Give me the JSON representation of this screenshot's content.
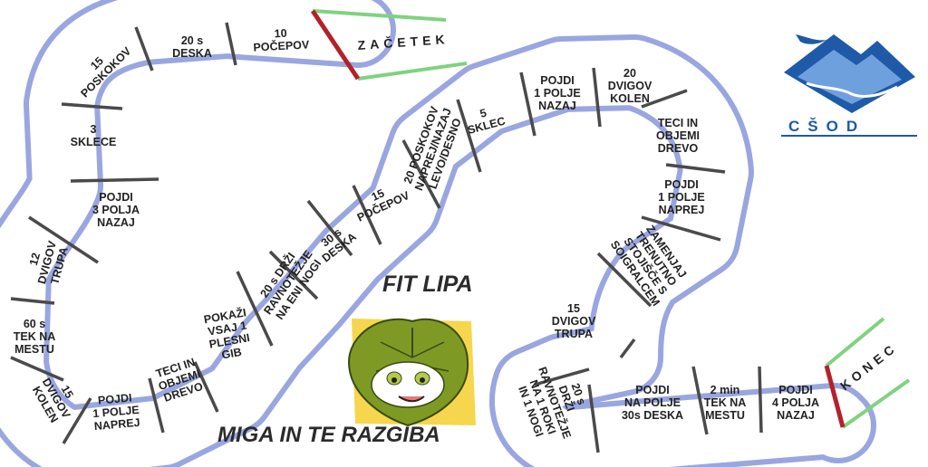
{
  "title": "FIT LIPA",
  "subtitle": "MIGA IN TE RAZGIBA",
  "logo": {
    "text": "CŠOD",
    "color": "#1e5aa8"
  },
  "colors": {
    "path_border": "#9aa6e0",
    "divider": "#4a4a4a",
    "start_line": "#b2222b",
    "grass": "#7fd37f",
    "leaf": "#7e9a25",
    "sun": "#f3cf2e"
  },
  "start_label": "ZAČETEK",
  "finish_label": "KONEC",
  "cells": [
    {
      "lines": [
        "10",
        "POČEPOV"
      ]
    },
    {
      "lines": [
        "20 s",
        "DESKA"
      ]
    },
    {
      "lines": [
        "15",
        "POSKOKOV"
      ]
    },
    {
      "lines": [
        "3",
        "SKLECE"
      ]
    },
    {
      "lines": [
        "POJDI",
        "3 POLJA",
        "NAZAJ"
      ]
    },
    {
      "lines": [
        "12",
        "DVIGOV",
        "TRUPA"
      ]
    },
    {
      "lines": [
        "60 s",
        "TEK NA",
        "MESTU"
      ]
    },
    {
      "lines": [
        "15",
        "DVIGOV",
        "KOLEN"
      ]
    },
    {
      "lines": [
        "POJDI",
        "1 POLJE",
        "NAPREJ"
      ]
    },
    {
      "lines": [
        "TECI IN",
        "OBJEMI",
        "DREVO"
      ]
    },
    {
      "lines": [
        "POKAŽI",
        "VSAJ 1",
        "PLESNI",
        "GIB"
      ]
    },
    {
      "lines": [
        "20 s DRŽI",
        "RAVNOTEŽJE",
        "NA ENI NOGI"
      ]
    },
    {
      "lines": [
        "30 s",
        "DESKA"
      ]
    },
    {
      "lines": [
        "15",
        "POČEPOV"
      ]
    },
    {
      "lines": [
        "20 POSKOKOV",
        "NAPREJ/NAZAJ",
        "LEVO/DESNO"
      ]
    },
    {
      "lines": [
        "5",
        "SKLEC"
      ]
    },
    {
      "lines": [
        "POJDI",
        "1 POLJE",
        "NAZAJ"
      ]
    },
    {
      "lines": [
        "20",
        "DVIGOV",
        "KOLEN"
      ]
    },
    {
      "lines": [
        "TECI IN",
        "OBJEMI",
        "DREVO"
      ]
    },
    {
      "lines": [
        "POJDI",
        "1 POLJE",
        "NAPREJ"
      ]
    },
    {
      "lines": [
        "ZAMENJAJ",
        "TRENUTNO",
        "STOJIŠČE S",
        "SOIGRALCEM"
      ]
    },
    {
      "lines": [
        "15",
        "DVIGOV",
        "TRUPA"
      ]
    },
    {
      "lines": [
        "20 s",
        "DRŽI",
        "RAVNOTEŽJE",
        "NA 1 ROKI",
        "IN 1 NOGI"
      ]
    },
    {
      "lines": [
        "POJDI",
        "NA POLJE",
        "30s DESKA"
      ]
    },
    {
      "lines": [
        "2 min",
        "TEK NA",
        "MESTU"
      ]
    },
    {
      "lines": [
        "POJDI",
        "4 POLJA",
        "NAZAJ"
      ]
    }
  ]
}
